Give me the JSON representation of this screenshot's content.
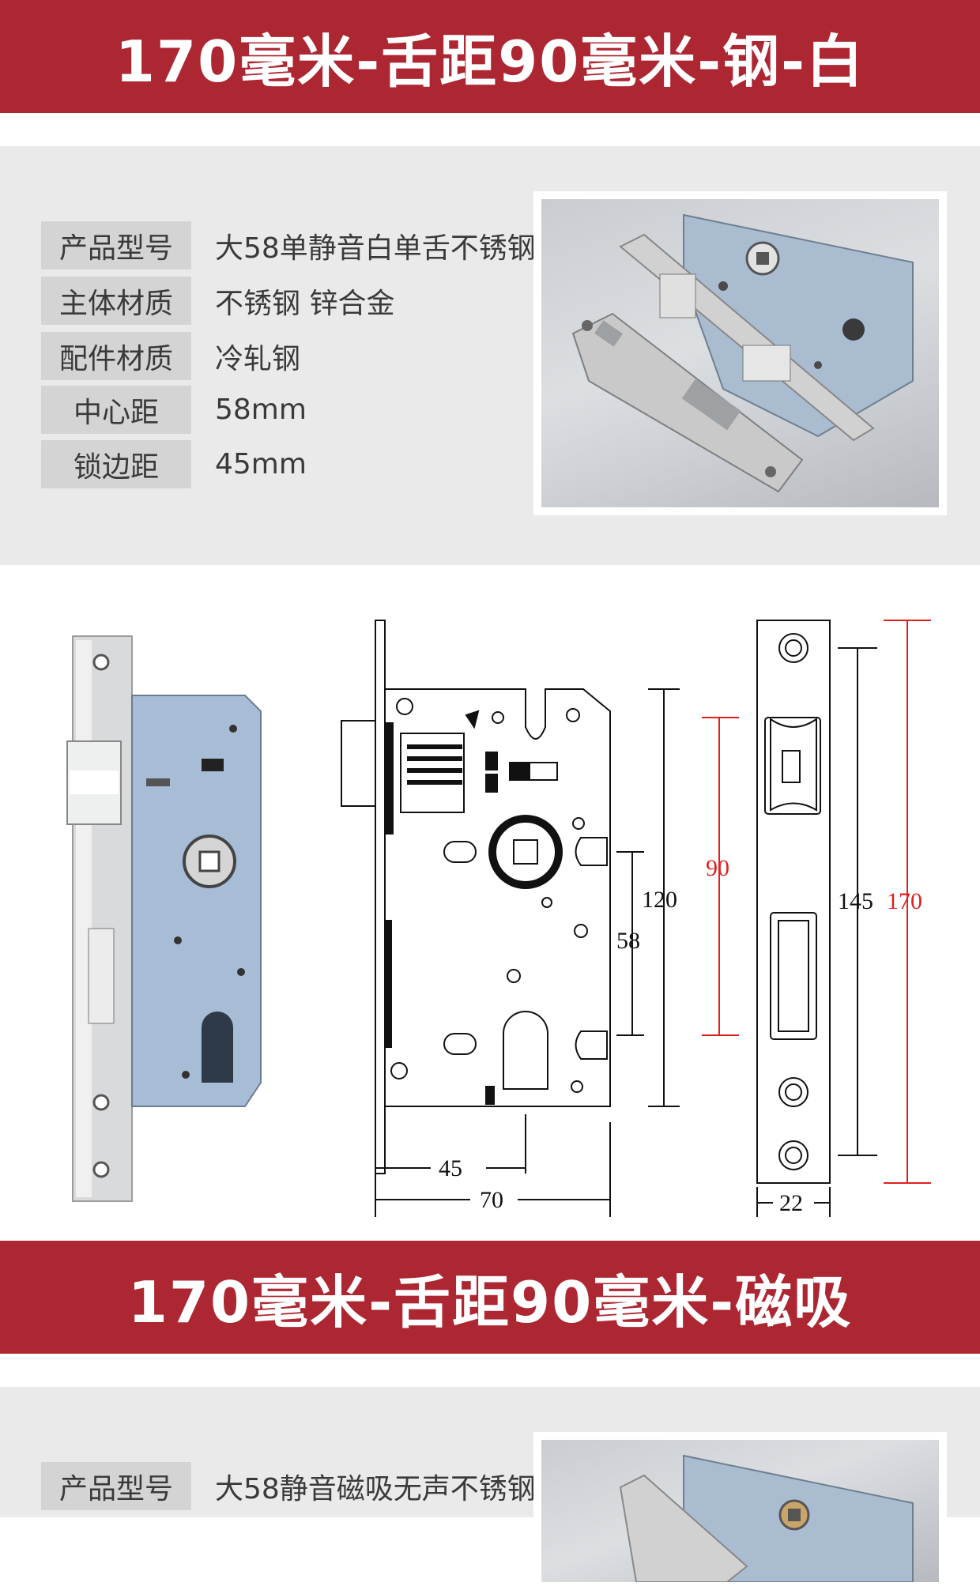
{
  "section1": {
    "title": "170毫米-舌距90毫米-钢-白",
    "specs": [
      {
        "label": "产品型号",
        "value": "大58单静音白单舌不锈钢"
      },
      {
        "label": "主体材质",
        "value": "不锈钢 锌合金"
      },
      {
        "label": "配件材质",
        "value": "冷轧钢"
      },
      {
        "label": "中心距",
        "value": "58mm"
      },
      {
        "label": "锁边距",
        "value": "45mm"
      }
    ]
  },
  "diagram": {
    "dim_120": "120",
    "dim_58": "58",
    "dim_90": "90",
    "dim_145": "145",
    "dim_170": "170",
    "dim_45": "45",
    "dim_70": "70",
    "dim_22": "22",
    "colors": {
      "red_dim": "#e02020",
      "line": "#111111"
    }
  },
  "section2": {
    "title": "170毫米-舌距90毫米-磁吸",
    "specs": [
      {
        "label": "产品型号",
        "value": "大58静音磁吸无声不锈钢"
      }
    ]
  },
  "colors": {
    "banner": "#ad2733",
    "panel": "#eaeaea",
    "label_bg": "#d4d4d4"
  }
}
